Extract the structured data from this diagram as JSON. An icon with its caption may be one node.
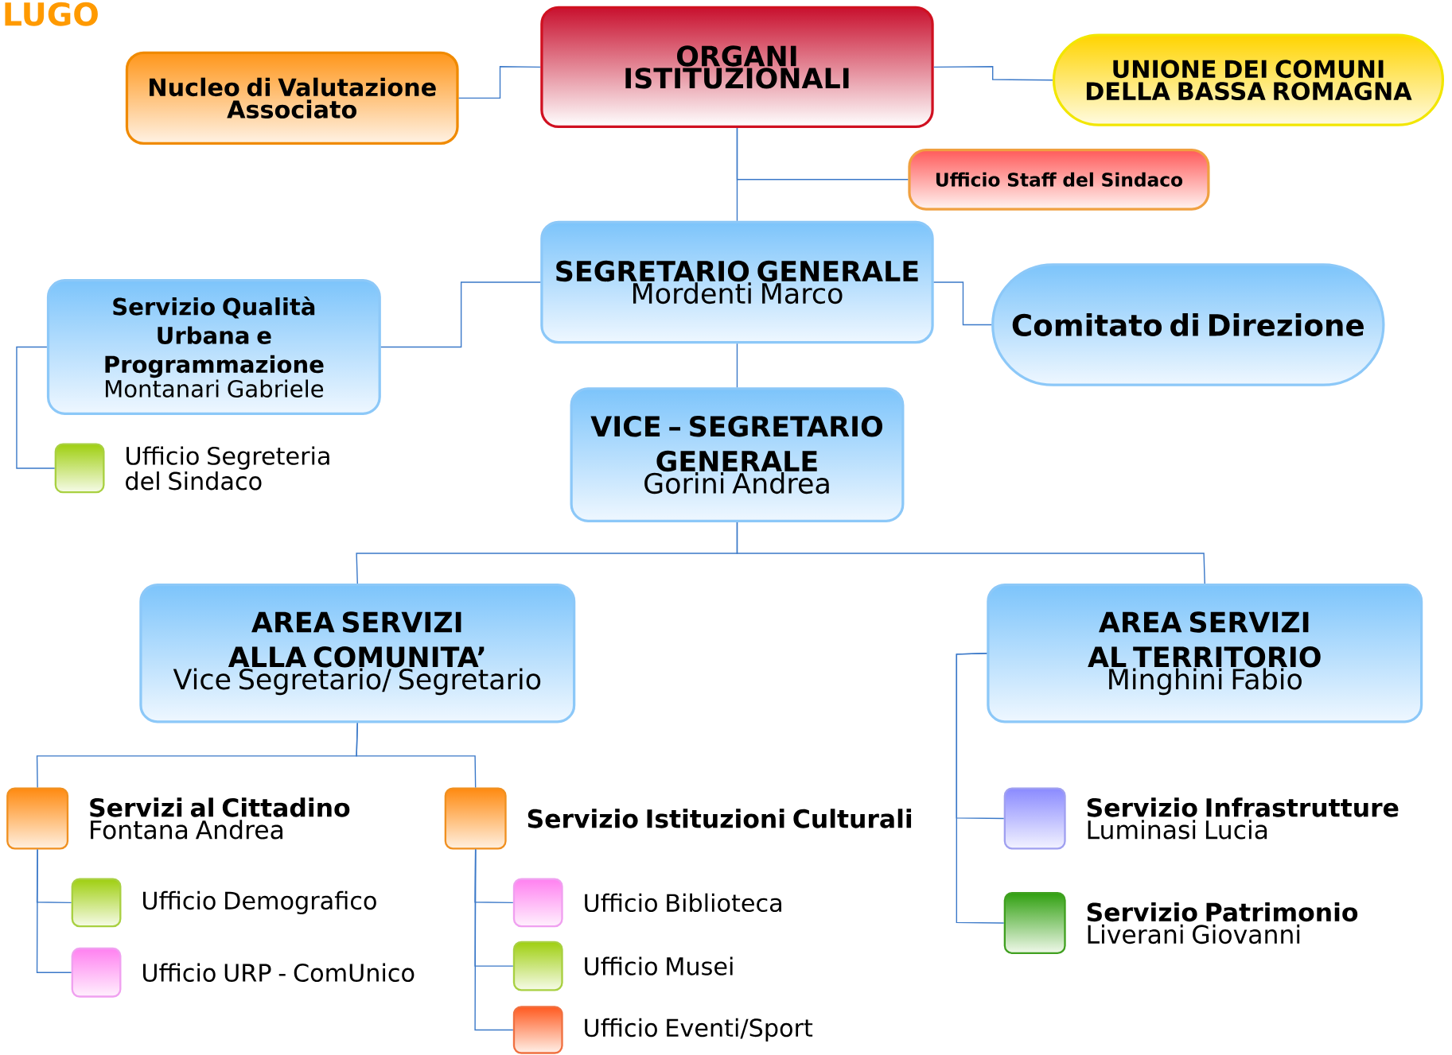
{
  "diagram": {
    "nodes": [
      {
        "text": [
          "ORGANI ISTITUZIONALI"
        ]
      },
      {
        "text": [
          "Nucleo di Valutazione Associato"
        ]
      },
      {
        "text": [
          "UNIONE DEI COMUNI DELLA BASSA ROMAGNA"
        ]
      },
      {
        "text": [
          "Ufficio Staff del Sindaco"
        ]
      },
      {
        "text": [
          "SEGRETARIO GENERALE",
          "Mordenti Marco"
        ]
      },
      {
        "text": [
          "Servizio Qualità Urbana e Programmazione",
          "Montanari Gabriele"
        ]
      },
      {
        "text": [
          "Comitato di Direzione"
        ]
      },
      {
        "text": [
          "Ufficio Segreteria del Sindaco"
        ]
      },
      {
        "text": [
          "VICE – SEGRETARIO GENERALE",
          "Gorini Andrea"
        ]
      },
      {
        "text": [
          "AREA SERVIZI ALLA COMUNITA’",
          "Vice Segretario/ Segretario"
        ]
      },
      {
        "text": [
          "AREA SERVIZI AL TERRITORIO",
          "Minghini Fabio"
        ]
      },
      {
        "text": [
          "Servizi al Cittadino",
          "Fontana Andrea"
        ]
      },
      {
        "text": [
          "Ufficio Demografico"
        ]
      },
      {
        "text": [
          "Ufficio URP - ComUnico"
        ]
      },
      {
        "text": [
          "Servizio Istituzioni Culturali"
        ]
      },
      {
        "text": [
          "Ufficio Biblioteca"
        ]
      },
      {
        "text": [
          "Ufficio Musei"
        ]
      },
      {
        "text": [
          "Ufficio Eventi/Sport"
        ]
      },
      {
        "text": [
          "Servizio Infrastrutture",
          "Luminasi Lucia"
        ]
      },
      {
        "text": [
          "Servizio Patrimonio",
          "Liverani Giovanni"
        ]
      }
    ],
    "edges": [
      {
        "from": 0,
        "to": 1,
        "arrow": "none"
      },
      {
        "from": 0,
        "to": 2,
        "arrow": "none"
      },
      {
        "from": 0,
        "to": 3,
        "arrow": "none"
      },
      {
        "from": 0,
        "to": 4,
        "arrow": "none"
      },
      {
        "from": 4,
        "to": 5,
        "arrow": "none"
      },
      {
        "from": 4,
        "to": 6,
        "arrow": "none"
      },
      {
        "from": 4,
        "to": 8,
        "arrow": "none"
      },
      {
        "from": 5,
        "to": 7,
        "arrow": "none"
      },
      {
        "from": 8,
        "to": 9,
        "arrow": "none"
      },
      {
        "from": 8,
        "to": 10,
        "arrow": "none"
      },
      {
        "from": 9,
        "to": 11,
        "arrow": "none"
      },
      {
        "from": 9,
        "to": 14,
        "arrow": "none"
      },
      {
        "from": 11,
        "to": 12,
        "arrow": "none"
      },
      {
        "from": 11,
        "to": 13,
        "arrow": "none"
      },
      {
        "from": 14,
        "to": 15,
        "arrow": "none"
      },
      {
        "from": 14,
        "to": 16,
        "arrow": "none"
      },
      {
        "from": 14,
        "to": 17,
        "arrow": "none"
      },
      {
        "from": 10,
        "to": 18,
        "arrow": "none"
      },
      {
        "from": 10,
        "to": 19,
        "arrow": "none"
      }
    ],
    "labels": [
      "LUGO"
    ]
  }
}
